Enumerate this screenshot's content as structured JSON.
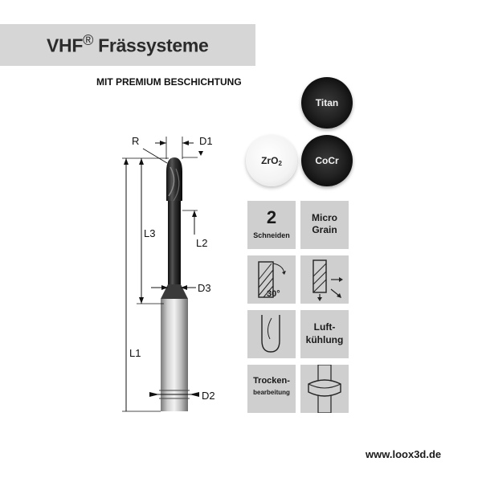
{
  "header": {
    "brand": "VHF",
    "registered_mark": "®",
    "product_line": " Frässysteme"
  },
  "subtitle": "MIT PREMIUM BESCHICHTUNG",
  "coatings": [
    {
      "label": "Titan",
      "style": "dark"
    },
    {
      "label_main": "ZrO",
      "label_sub": "2",
      "style": "light"
    },
    {
      "label": "CoCr",
      "style": "dark"
    }
  ],
  "tool_dimensions": {
    "r": "R",
    "d1": "D1",
    "l3": "L3",
    "l2": "L2",
    "d3": "D3",
    "l1": "L1",
    "d2": "D2"
  },
  "features": {
    "cutting_edges_count": "2",
    "cutting_edges_label": "Schneiden",
    "micro_grain_line1": "Micro",
    "micro_grain_line2": "Grain",
    "angle_label": "30°",
    "air_cooling_line1": "Luft-",
    "air_cooling_line2": "kühlung",
    "dry_line1": "Trocken-",
    "dry_line2": "bearbeitung"
  },
  "colors": {
    "tile_bg": "#cfcfcf",
    "title_bar_bg": "#d6d6d6"
  },
  "footer": {
    "website": "www.loox3d.de"
  }
}
